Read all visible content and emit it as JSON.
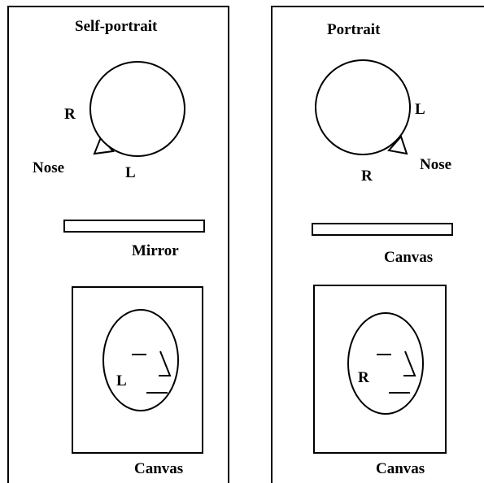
{
  "colors": {
    "stroke": "#000000",
    "background": "#ffffff"
  },
  "left_panel": {
    "title": "Self-portrait",
    "head": {
      "right_label": "R",
      "left_label": "L",
      "nose_label": "Nose"
    },
    "surface_label": "Mirror",
    "canvas_label": "Canvas",
    "face_side_label": "L"
  },
  "right_panel": {
    "title": "Portrait",
    "head": {
      "left_label": "L",
      "right_label": "R",
      "nose_label": "Nose"
    },
    "surface_label": "Canvas",
    "canvas_label": "Canvas",
    "face_side_label": "R"
  }
}
